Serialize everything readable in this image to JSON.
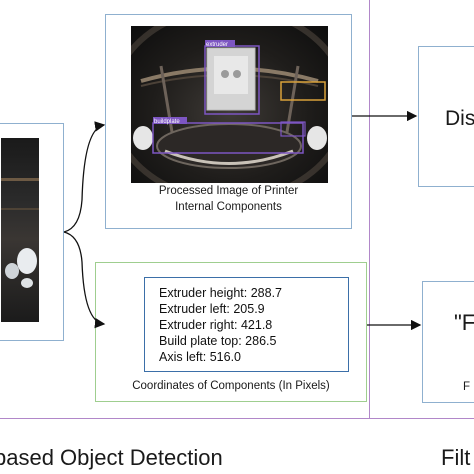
{
  "processed_panel": {
    "caption_line1": "Processed Image of Printer",
    "caption_line2": "Internal Components",
    "photo_labels": {
      "extruder": "extruder",
      "buildplate": "buildplate"
    }
  },
  "coordinates_panel": {
    "lines": [
      "Extruder height: 288.7",
      "Extruder left: 205.9",
      "Extruder right: 421.8",
      "Build plate top: 286.5",
      "Axis left: 516.0"
    ],
    "caption": "Coordinates of Components (In Pixels)"
  },
  "right_panels": {
    "top_text": "Dis",
    "bottom_text": "\"F",
    "bottom_caption": "F"
  },
  "sections": {
    "left_title": "based Object Detection",
    "right_title": "Filt"
  },
  "colors": {
    "panel_border_blue": "#8fb0cf",
    "panel_border_green": "#9fce8f",
    "coord_box_border": "#3b6fa8",
    "divider_purple": "#b187c9",
    "bbox_purple": "#7d56c2",
    "bbox_orange": "#d9a13a"
  }
}
